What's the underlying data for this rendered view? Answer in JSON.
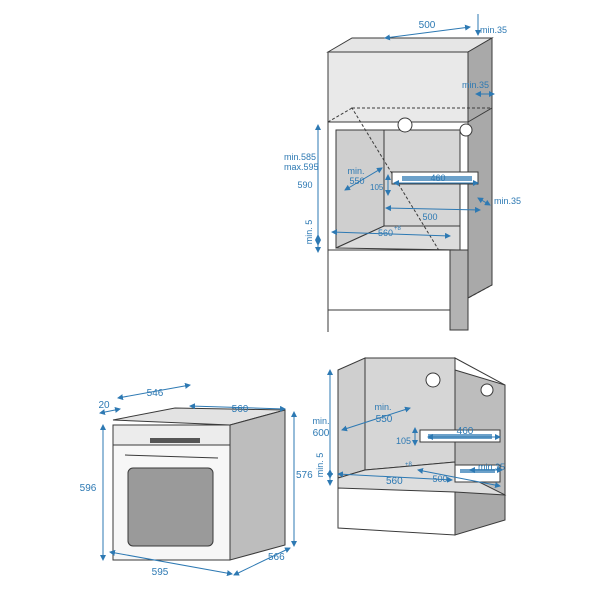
{
  "colors": {
    "dimension": "#2d79b3",
    "cabinet_wall": "#cfcfcf",
    "cabinet_side": "#a9a9a9",
    "outline": "#3a3a3a",
    "oven_panel": "#888888"
  },
  "top_install": {
    "top_width": "500",
    "top_gap": "min.35",
    "side_gap": "min.35",
    "height_range_min": "min.585",
    "height_range_max": "max.595",
    "height": "590",
    "depth_min_label": "min.",
    "depth_min_value": "550",
    "vent_width": "460",
    "vent_height": "105",
    "rear_gap": "min.35",
    "rear_width": "500",
    "base_min": "min. 5",
    "inner_width": "560",
    "inner_width_tol": "+8"
  },
  "oven": {
    "depth_total": "546",
    "door_offset": "20",
    "width_body": "560",
    "height_total": "596",
    "height_body": "576",
    "width_front": "595",
    "depth_body": "566"
  },
  "bottom_install": {
    "height_label": "min.",
    "height_value": "600",
    "depth_min_label": "min.",
    "depth_min_value": "550",
    "vent_height": "105",
    "vent_width": "460",
    "base_min": "min. 5",
    "inner_width": "560",
    "inner_width_tol": "+8",
    "rear_width": "500",
    "rear_gap": "min.35"
  }
}
